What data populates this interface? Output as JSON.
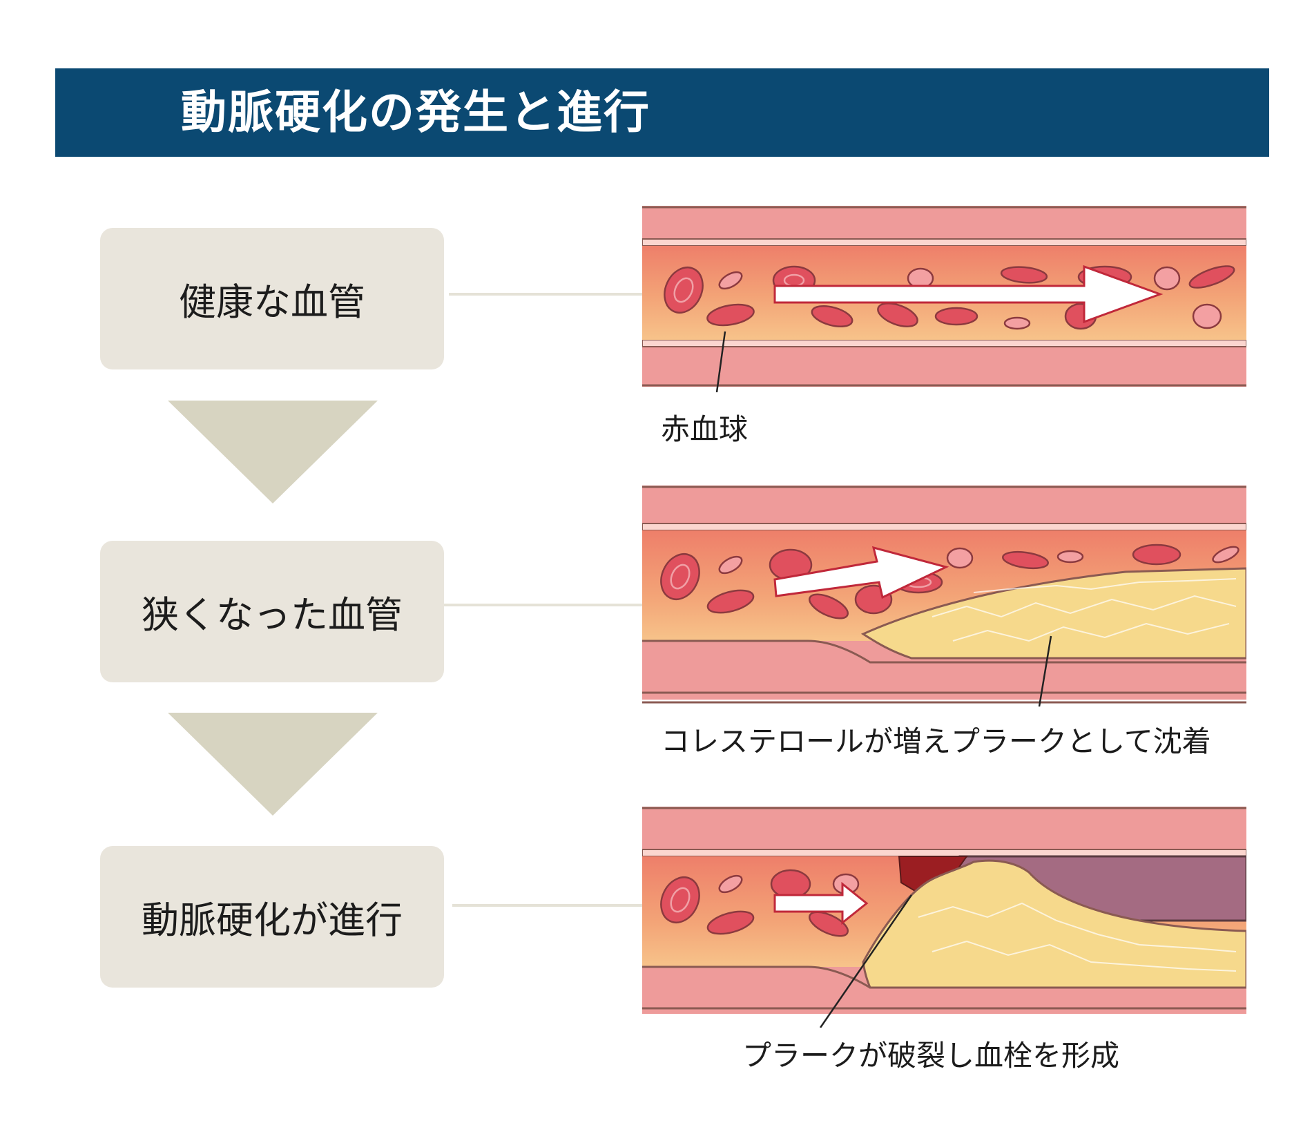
{
  "title": "動脈硬化の発生と進行",
  "stages": [
    {
      "label": "健康な血管",
      "caption": "赤血球",
      "flow_icon": "right-arrow-icon"
    },
    {
      "label": "狭くなった血管",
      "caption": "コレステロールが増えプラークとして沈着",
      "flow_icon": "right-arrow-icon"
    },
    {
      "label": "動脈硬化が進行",
      "caption": "プラークが破裂し血栓を形成",
      "flow_icon": "right-arrow-icon"
    }
  ],
  "colors": {
    "title_bar": "#0b4972",
    "stage_box": "#e9e5dc",
    "down_arrow": "#d7d4c1",
    "vessel_wall": "#ee9b9a",
    "lumen": "#f3a477",
    "red_blood_cell": "#e0505e",
    "plaque": "#f6d98c",
    "thrombus": "#9b1e22",
    "cavity": "#a46b82"
  }
}
